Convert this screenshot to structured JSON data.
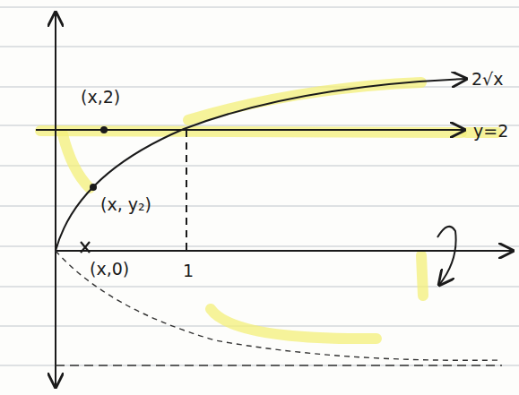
{
  "diagram": {
    "labels": [
      "(x,2)",
      "2√x",
      "y=2",
      "(x, y₂)",
      "(x,0)",
      "1"
    ]
  }
}
